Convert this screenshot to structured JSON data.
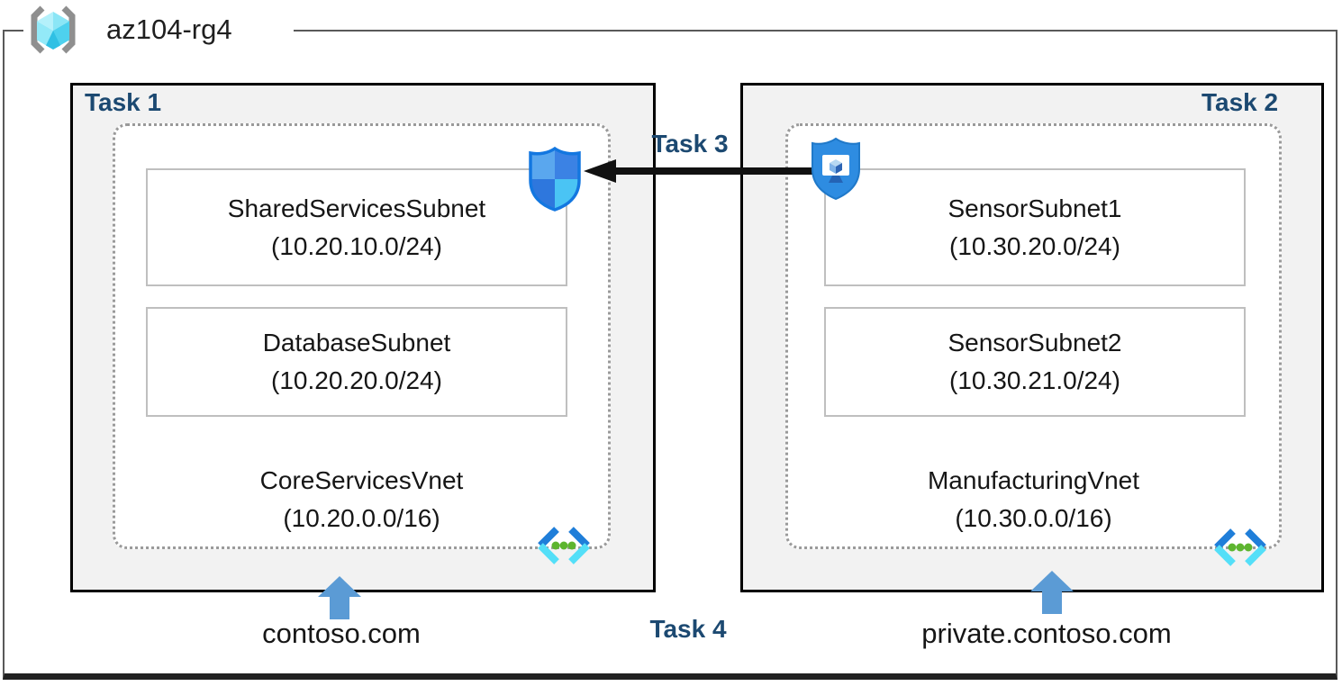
{
  "resource_group": {
    "label": "az104-rg4",
    "icon": "resource-group-icon"
  },
  "annotations": {
    "task3_label": "Task 3",
    "task4_label": "Task 4"
  },
  "vnets": [
    {
      "task_label": "Task 1",
      "name": "CoreServicesVnet",
      "cidr": "(10.20.0.0/16)",
      "dns_label": "contoso.com",
      "subnets": [
        {
          "name": "SharedServicesSubnet",
          "cidr": "(10.20.10.0/24)"
        },
        {
          "name": "DatabaseSubnet",
          "cidr": "(10.20.20.0/24)"
        }
      ]
    },
    {
      "task_label": "Task 2",
      "name": "ManufacturingVnet",
      "cidr": "(10.30.0.0/16)",
      "dns_label": "private.contoso.com",
      "subnets": [
        {
          "name": "SensorSubnet1",
          "cidr": "(10.30.20.0/24)"
        },
        {
          "name": "SensorSubnet2",
          "cidr": "(10.30.21.0/24)"
        }
      ]
    }
  ],
  "icons": {
    "resource_group": "resource-group-icon",
    "network_security_group": "network-security-group-icon",
    "application_security_group": "application-security-group-icon",
    "virtual_network": "virtual-network-icon",
    "dns_pointer": "up-arrow-icon"
  },
  "colors": {
    "task_label_navy": "#1C4971",
    "task_box_fill": "#F2F2F2",
    "task_box_border": "#000000",
    "dotted_border": "#9A9A9A",
    "subnet_border": "#BFBFBF",
    "frame_border": "#595959",
    "up_arrow_blue": "#5B9BD5",
    "task3_arrow_black": "#111111",
    "vnet_icon_blue": "#1F7ED9",
    "vnet_icon_cyan": "#54DFF8",
    "vnet_icon_green": "#5DB52F",
    "rg_cube_cyan": "#4ED1EE",
    "asg_shield_blue": "#2E8CE1"
  }
}
